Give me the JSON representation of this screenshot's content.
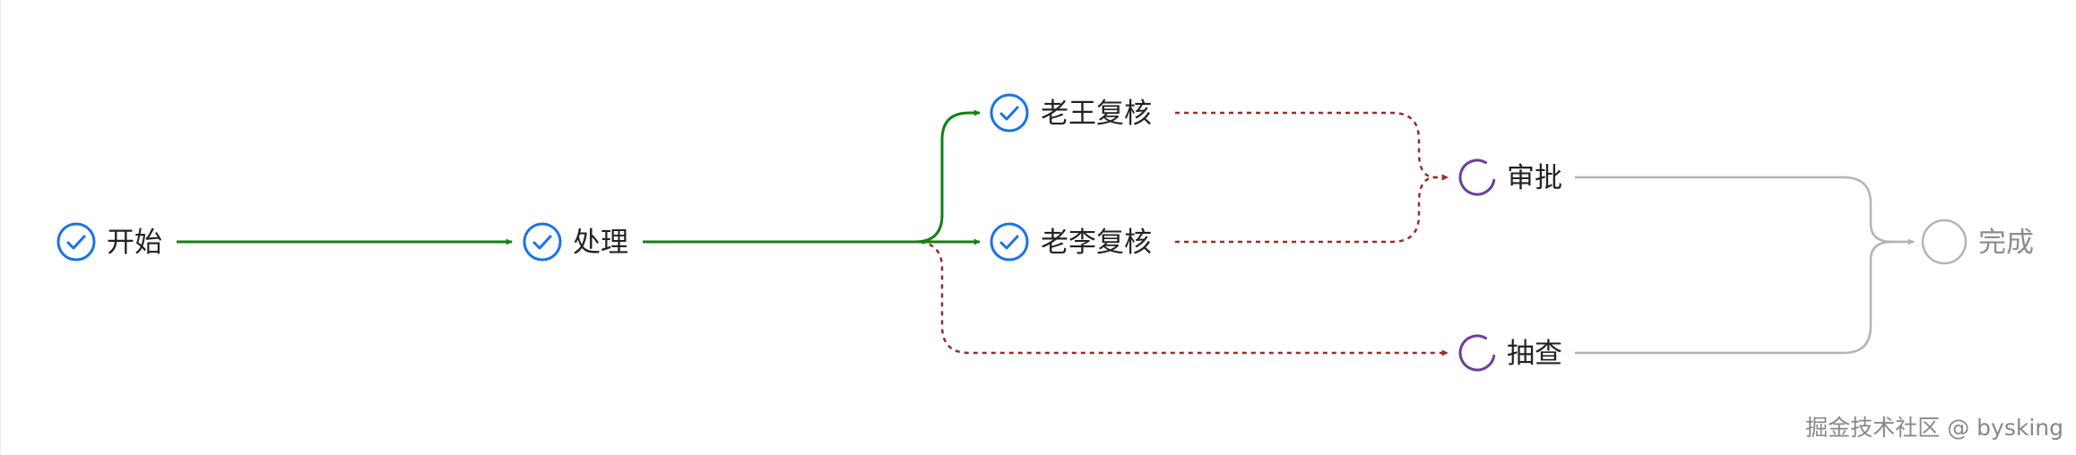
{
  "colors": {
    "done": "#1a73e8",
    "processing": "#6b3fa0",
    "pending": "#b4b4b4",
    "edge_done": "#118211",
    "edge_dashed": "#9b2b2b",
    "edge_pending": "#b4b4b4"
  },
  "nodes": [
    {
      "id": "start",
      "label": "开始",
      "status": "done",
      "icon": "check-circle-icon"
    },
    {
      "id": "process",
      "label": "处理",
      "status": "done",
      "icon": "check-circle-icon"
    },
    {
      "id": "wang",
      "label": "老王复核",
      "status": "done",
      "icon": "check-circle-icon"
    },
    {
      "id": "li",
      "label": "老李复核",
      "status": "done",
      "icon": "check-circle-icon"
    },
    {
      "id": "approve",
      "label": "审批",
      "status": "processing",
      "icon": "loading-spinner-icon"
    },
    {
      "id": "sample",
      "label": "抽查",
      "status": "processing",
      "icon": "loading-spinner-icon"
    },
    {
      "id": "finish",
      "label": "完成",
      "status": "pending",
      "icon": "empty-circle-icon"
    }
  ],
  "edges": [
    {
      "from": "start",
      "to": "process",
      "style": "done"
    },
    {
      "from": "process",
      "to": "wang",
      "style": "done"
    },
    {
      "from": "process",
      "to": "li",
      "style": "done"
    },
    {
      "from": "process",
      "to": "sample",
      "style": "dashed"
    },
    {
      "from": "wang",
      "to": "approve",
      "style": "dashed"
    },
    {
      "from": "li",
      "to": "approve",
      "style": "dashed"
    },
    {
      "from": "approve",
      "to": "finish",
      "style": "pending"
    },
    {
      "from": "sample",
      "to": "finish",
      "style": "pending"
    }
  ],
  "watermark": "掘金技术社区 @ bysking"
}
